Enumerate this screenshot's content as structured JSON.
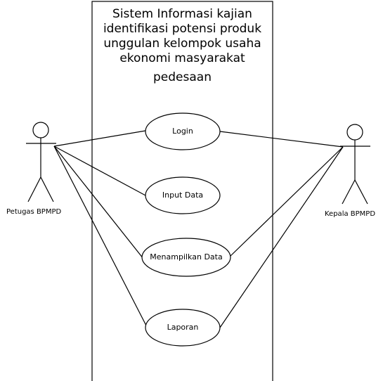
{
  "system": {
    "title_lines": [
      "Sistem Informasi kajian",
      "identifikasi potensi produk",
      "unggulan kelompok usaha",
      "ekonomi masyarakat",
      "pedesaan"
    ]
  },
  "actors": {
    "left": {
      "name": "Petugas BPMPD"
    },
    "right": {
      "name": "Kepala BPMPD"
    }
  },
  "use_cases": [
    {
      "label": "Login"
    },
    {
      "label": "Input Data"
    },
    {
      "label": "Menampilkan Data"
    },
    {
      "label": "Laporan"
    }
  ],
  "colors": {
    "stroke": "#000000",
    "background": "#ffffff"
  }
}
